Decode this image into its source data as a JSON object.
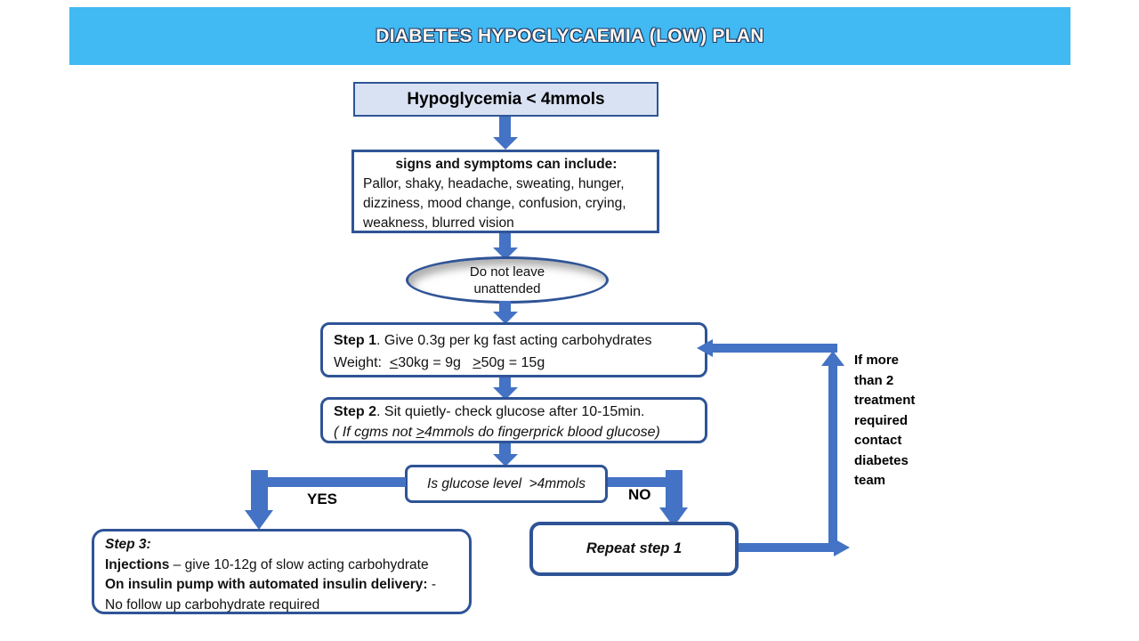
{
  "banner": {
    "title": "DIABETES HYPOGLYCAEMIA (LOW) PLAN",
    "bg_color": "#41B9F2",
    "title_color": "#FDF7EE",
    "title_outline_color": "#1F3864"
  },
  "colors": {
    "box_border": "#2F5496",
    "arrow": "#4472C4",
    "hypo_box_fill": "#D9E2F3"
  },
  "hypo_box": {
    "text": "Hypoglycemia < 4mmols"
  },
  "signs_box": {
    "heading": "signs and symptoms can include:",
    "lines": [
      "Pallor, shaky, headache, sweating, hunger,",
      "dizziness, mood change, confusion, crying,",
      "weakness, blurred vision"
    ]
  },
  "ellipse": {
    "line1": "Do not leave",
    "line2": "unattended"
  },
  "step1": {
    "label": "Step 1",
    "rest": ". Give 0.3g per kg fast acting carbohydrates",
    "weight_prefix": "Weight:  ",
    "lt": "<",
    "mid": "30kg = 9g   ",
    "gt": ">",
    "end": "50g = 15g"
  },
  "step2": {
    "label": "Step 2",
    "rest": ". Sit quietly- check glucose after 10-15min.",
    "note_pre": "( If cgms not ",
    "note_gt": ">",
    "note_post": "4mmols do fingerprick blood glucose)"
  },
  "decision": {
    "text": "Is glucose level  >4mmols"
  },
  "yes_label": "YES",
  "no_label": "NO",
  "step3": {
    "line1": "Step 3:",
    "line2_bold": "Injections",
    "line2_rest": " – give 10-12g of slow acting carbohydrate",
    "line3_bold": "On insulin pump with automated insulin delivery:",
    "line3_rest": " -",
    "line4": "No follow up carbohydrate required"
  },
  "repeat_box": {
    "text": "Repeat step 1"
  },
  "side_note": {
    "lines": [
      "If more",
      "than 2",
      "treatment",
      "required",
      "contact",
      "diabetes",
      "team"
    ]
  }
}
